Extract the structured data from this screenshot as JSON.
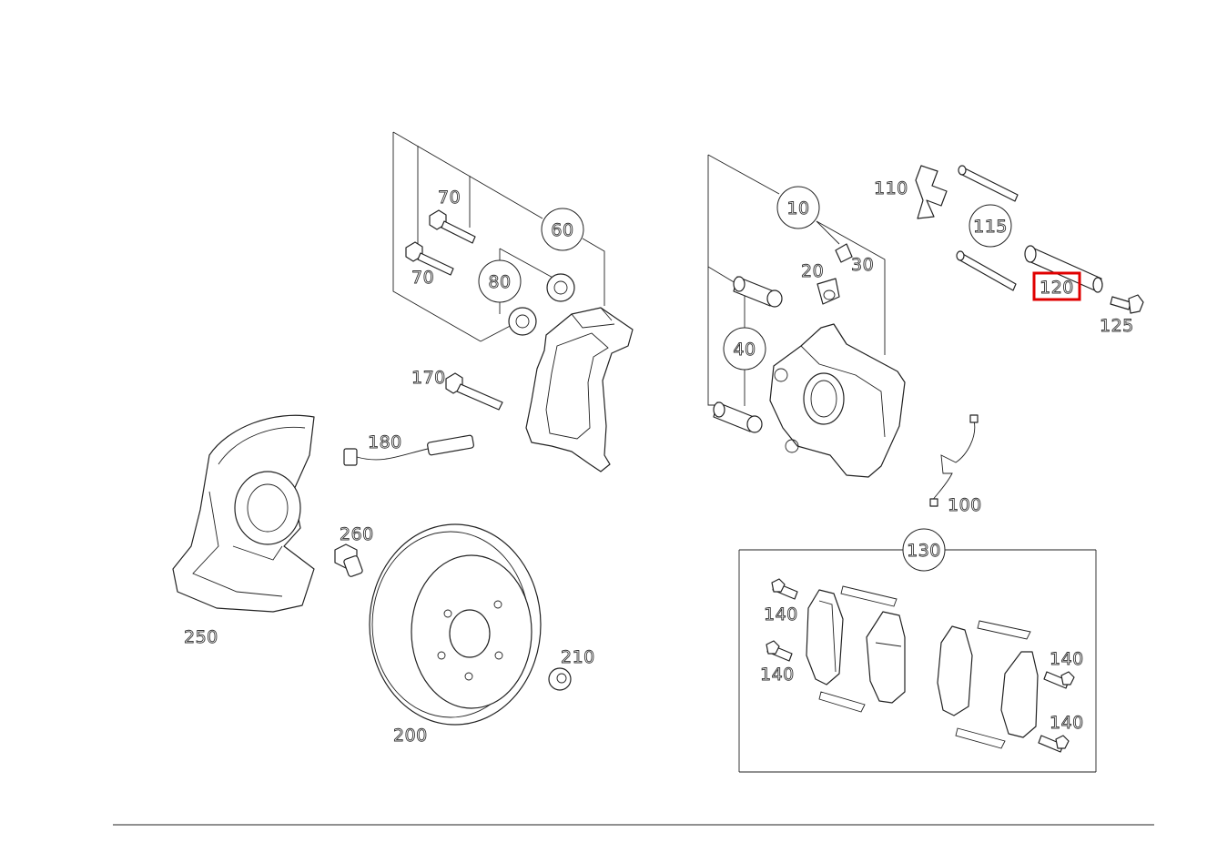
{
  "diagram": {
    "highlighted_part": "120",
    "highlight_color": "#e00000"
  },
  "labels": {
    "p10": "10",
    "p20": "20",
    "p30": "30",
    "p40": "40",
    "p60": "60",
    "p70a": "70",
    "p70b": "70",
    "p80": "80",
    "p100": "100",
    "p110": "110",
    "p115": "115",
    "p120": "120",
    "p125": "125",
    "p130": "130",
    "p140a": "140",
    "p140b": "140",
    "p140c": "140",
    "p140d": "140",
    "p170": "170",
    "p180": "180",
    "p200": "200",
    "p210": "210",
    "p250": "250",
    "p260": "260"
  }
}
